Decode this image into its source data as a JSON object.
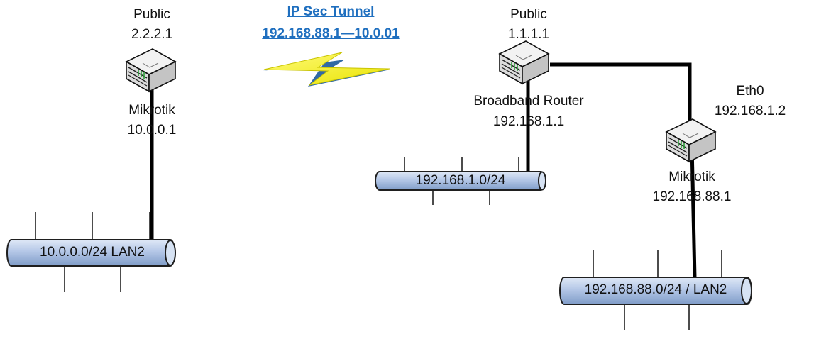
{
  "tunnel": {
    "title": "IP Sec Tunnel",
    "subnets": "192.168.88.1—10.0.01",
    "bolt_colors": {
      "fill": "#f4f013",
      "shade": "#1c5a9a"
    }
  },
  "left_site": {
    "public_label": "Public",
    "public_ip": "2.2.2.1",
    "router_name": "Mikrotik",
    "router_ip": "10.0.0.1",
    "lan_label": "10.0.0.0/24 LAN2"
  },
  "right_site": {
    "public_label": "Public",
    "public_ip": "1.1.1.1",
    "broadband_name": "Broadband Router",
    "broadband_ip": "192.168.1.1",
    "lan1_label": "192.168.1.0/24",
    "eth_label": "Eth0",
    "eth_ip": "192.168.1.2",
    "router_name": "Mikrotik",
    "router_ip": "192.168.88.1",
    "lan2_label": "192.168.88.0/24 / LAN2"
  },
  "colors": {
    "bus_fill": "#b4c7e7",
    "bus_stroke": "#1f1f1f",
    "router_body": "#e8e8e8",
    "router_lights": "#2e9e3a"
  },
  "icons": [
    "router-icon",
    "lightning-bolt-icon",
    "network-bus-icon"
  ]
}
